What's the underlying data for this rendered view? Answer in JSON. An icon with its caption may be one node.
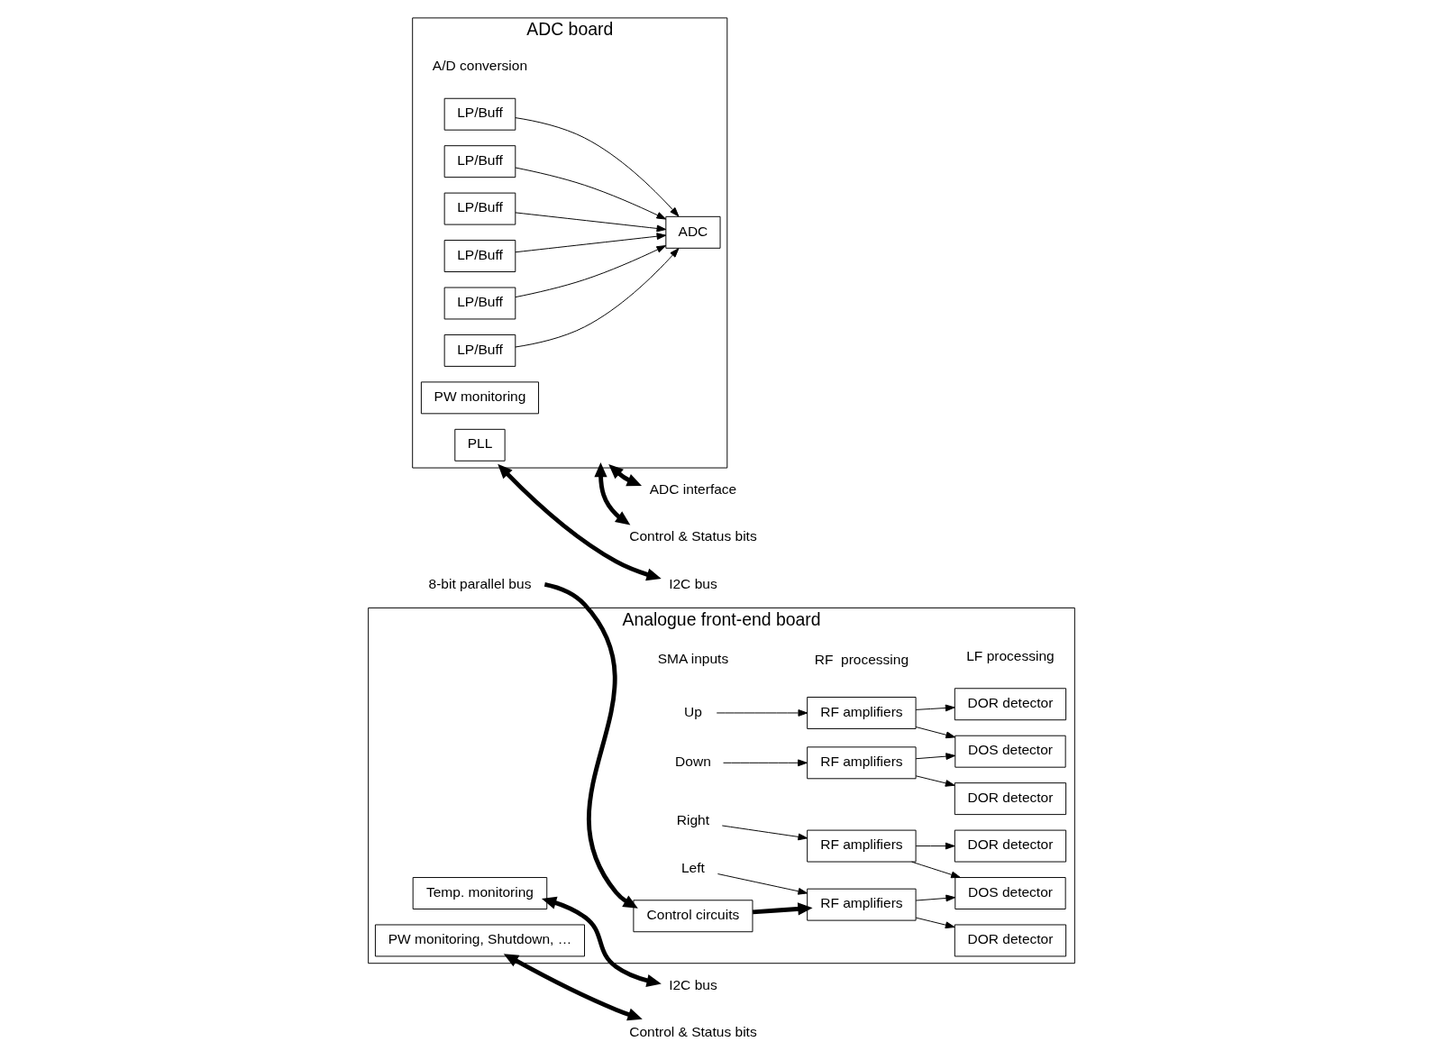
{
  "diagram": {
    "nodes": [
      {
        "text": [
          "Analogue front-end board"
        ]
      },
      {
        "text": [
          "Up"
        ],
        "in": 0
      },
      {
        "text": [
          "RF amplifiers"
        ],
        "in": 0
      },
      {
        "text": [
          "DOR detector"
        ],
        "in": 0
      },
      {
        "text": [
          "DOS detector"
        ],
        "in": 0
      },
      {
        "text": [
          "Down"
        ],
        "in": 0
      },
      {
        "text": [
          "RF amplifiers"
        ],
        "in": 0
      },
      {
        "text": [
          "DOR detector"
        ],
        "in": 0
      },
      {
        "text": [
          "Right"
        ],
        "in": 0
      },
      {
        "text": [
          "RF amplifiers"
        ],
        "in": 0
      },
      {
        "text": [
          "DOR detector"
        ],
        "in": 0
      },
      {
        "text": [
          "DOS detector"
        ],
        "in": 0
      },
      {
        "text": [
          "Left"
        ],
        "in": 0
      },
      {
        "text": [
          "RF amplifiers"
        ],
        "in": 0
      },
      {
        "text": [
          "DOR detector"
        ],
        "in": 0
      },
      {
        "text": [
          "Control circuits"
        ],
        "in": 0
      },
      {
        "text": [
          "Temp. monitoring"
        ],
        "in": 0
      },
      {
        "text": [
          "PW monitoring, Shutdown, …"
        ],
        "in": 0
      },
      {
        "text": [
          "ADC board"
        ]
      },
      {
        "text": [
          "LP/Buff"
        ],
        "in": 18
      },
      {
        "text": [
          "LP/Buff"
        ],
        "in": 18
      },
      {
        "text": [
          "LP/Buff"
        ],
        "in": 18
      },
      {
        "text": [
          "ADC"
        ],
        "in": 18
      },
      {
        "text": [
          "LP/Buff"
        ],
        "in": 18
      },
      {
        "text": [
          "LP/Buff"
        ],
        "in": 18
      },
      {
        "text": [
          "LP/Buff"
        ],
        "in": 18
      },
      {
        "text": [
          "PW monitoring"
        ],
        "in": 18
      },
      {
        "text": [
          "PLL"
        ],
        "in": 18
      },
      {
        "text": [
          "8-bit parallel bus"
        ]
      },
      {
        "text": [
          "I2C bus"
        ]
      },
      {
        "text": [
          "Control & Status bits"
        ]
      },
      {
        "text": [
          "ADC interface"
        ]
      },
      {
        "text": [
          "Control & Status bits"
        ]
      },
      {
        "text": [
          "I2C bus"
        ]
      }
    ],
    "edges": [
      {
        "from": 1,
        "to": 2,
        "arrow": "to"
      },
      {
        "from": 2,
        "to": 3,
        "arrow": "to"
      },
      {
        "from": 2,
        "to": 4,
        "arrow": "to"
      },
      {
        "from": 6,
        "to": 4,
        "arrow": "to"
      },
      {
        "from": 6,
        "to": 7,
        "arrow": "to"
      },
      {
        "from": 5,
        "to": 6,
        "arrow": "to"
      },
      {
        "from": 8,
        "to": 9,
        "arrow": "to"
      },
      {
        "from": 9,
        "to": 10,
        "arrow": "to"
      },
      {
        "from": 9,
        "to": 11,
        "arrow": "to"
      },
      {
        "from": 13,
        "to": 11,
        "arrow": "to"
      },
      {
        "from": 13,
        "to": 14,
        "arrow": "to"
      },
      {
        "from": 12,
        "to": 13,
        "arrow": "to"
      },
      {
        "from": 15,
        "to": 13,
        "arrow": "to",
        "style": "thick"
      },
      {
        "from": 28,
        "to": 15,
        "arrow": "to",
        "style": "thick"
      },
      {
        "from": 16,
        "to": 29,
        "arrow": "both",
        "style": "thick"
      },
      {
        "from": 17,
        "to": 30,
        "arrow": "both",
        "style": "thick"
      },
      {
        "from": 19,
        "to": 22,
        "arrow": "to"
      },
      {
        "from": 20,
        "to": 22,
        "arrow": "to"
      },
      {
        "from": 21,
        "to": 22,
        "arrow": "to"
      },
      {
        "from": 23,
        "to": 22,
        "arrow": "to"
      },
      {
        "from": 24,
        "to": 22,
        "arrow": "to"
      },
      {
        "from": 25,
        "to": 22,
        "arrow": "to"
      },
      {
        "from": 18,
        "to": 31,
        "arrow": "both",
        "style": "thick"
      },
      {
        "from": 18,
        "to": 32,
        "arrow": "both",
        "style": "thick"
      },
      {
        "from": 18,
        "to": 33,
        "arrow": "both",
        "style": "thick"
      }
    ],
    "labels": [
      "SMA inputs",
      "RF  processing",
      "LF processing",
      "A/D conversion"
    ]
  }
}
